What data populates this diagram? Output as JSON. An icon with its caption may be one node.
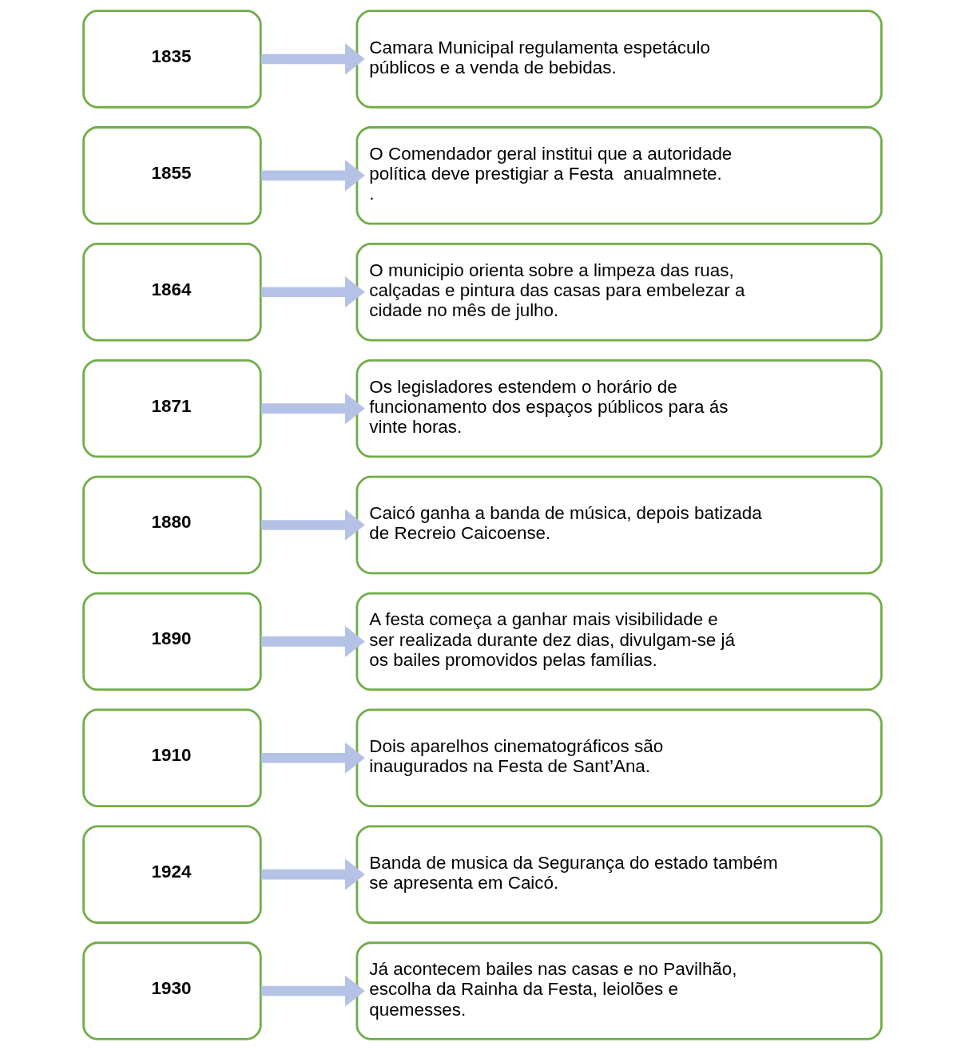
{
  "diagram": {
    "nodes": [
      {
        "text": [
          "1835"
        ]
      },
      {
        "text": [
          "Camara Municipal regulamenta espetáculo públicos e a venda de bebidas."
        ]
      },
      {
        "text": [
          "1855"
        ]
      },
      {
        "text": [
          "O Comendador geral institui que a autoridade política deve prestigiar a Festa  anualmnete. ."
        ]
      },
      {
        "text": [
          "1864"
        ]
      },
      {
        "text": [
          "O municipio orienta sobre a limpeza das ruas, calçadas e pintura das casas para embelezar a cidade no mês de julho."
        ]
      },
      {
        "text": [
          "1871"
        ]
      },
      {
        "text": [
          "Os legisladores estendem o horário de funcionamento dos espaços públicos para ás vinte horas."
        ]
      },
      {
        "text": [
          "1880"
        ]
      },
      {
        "text": [
          "Caicó ganha a banda de música, depois batizada de Recreio Caicoense."
        ]
      },
      {
        "text": [
          "1890"
        ]
      },
      {
        "text": [
          "A festa começa a ganhar mais visibilidade e ser realizada durante dez dias, divulgam-se já os bailes promovidos pelas famílias."
        ]
      },
      {
        "text": [
          "1910"
        ]
      },
      {
        "text": [
          "Dois aparelhos cinematográficos são inaugurados na Festa de Sant’Ana."
        ]
      },
      {
        "text": [
          "1924"
        ]
      },
      {
        "text": [
          "Banda de musica da Segurança do estado também se apresenta em Caicó."
        ]
      },
      {
        "text": [
          "1930"
        ]
      },
      {
        "text": [
          "Já acontecem bailes nas casas e no Pavilhão, escolha da Rainha da Festa, leiolões e quemesses."
        ]
      }
    ],
    "edges": [
      {
        "from": 0,
        "to": 1,
        "arrow": "to"
      },
      {
        "from": 2,
        "to": 3,
        "arrow": "to"
      },
      {
        "from": 4,
        "to": 5,
        "arrow": "to"
      },
      {
        "from": 6,
        "to": 7,
        "arrow": "to"
      },
      {
        "from": 8,
        "to": 9,
        "arrow": "to"
      },
      {
        "from": 10,
        "to": 11,
        "arrow": "to"
      },
      {
        "from": 12,
        "to": 13,
        "arrow": "to"
      },
      {
        "from": 14,
        "to": 15,
        "arrow": "to"
      },
      {
        "from": 16,
        "to": 17,
        "arrow": "to"
      }
    ]
  }
}
